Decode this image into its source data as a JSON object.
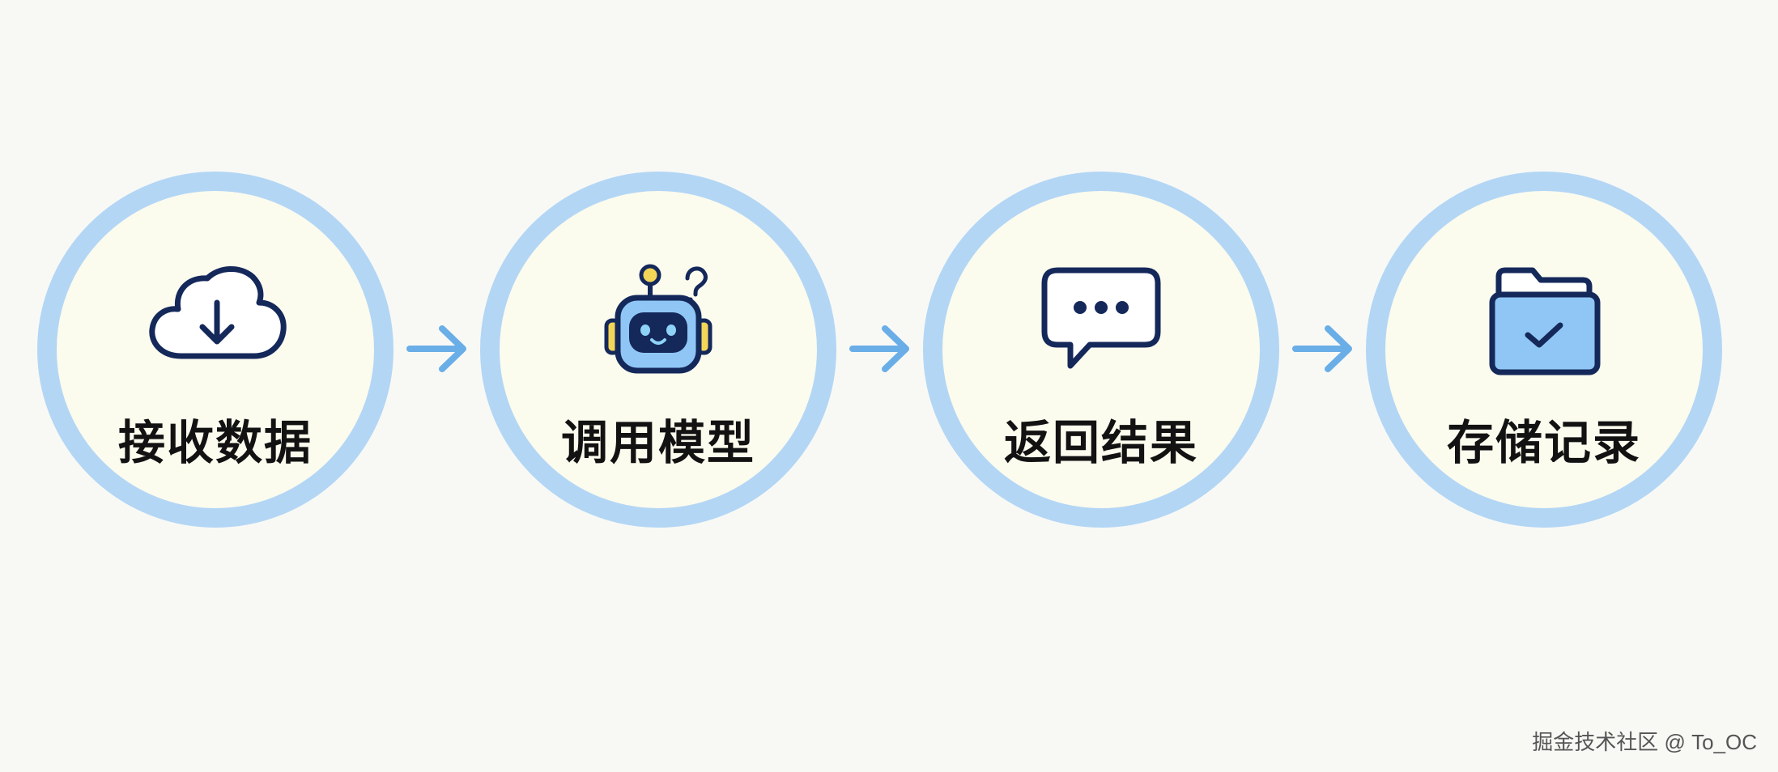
{
  "steps": [
    {
      "label": "接收数据",
      "icon": "cloud-download-icon"
    },
    {
      "label": "调用模型",
      "icon": "robot-icon"
    },
    {
      "label": "返回结果",
      "icon": "chat-bubble-icon"
    },
    {
      "label": "存储记录",
      "icon": "folder-check-icon"
    }
  ],
  "watermark": "掘金技术社区 @ To_OC",
  "colors": {
    "ring": "#b3d6f5",
    "circle_fill": "#fbfbee",
    "arrow": "#6aaee8",
    "icon_stroke": "#14285a",
    "icon_fill": "#8fc6f5",
    "accent_yellow": "#f3d657",
    "background": "#f8f9f5"
  }
}
